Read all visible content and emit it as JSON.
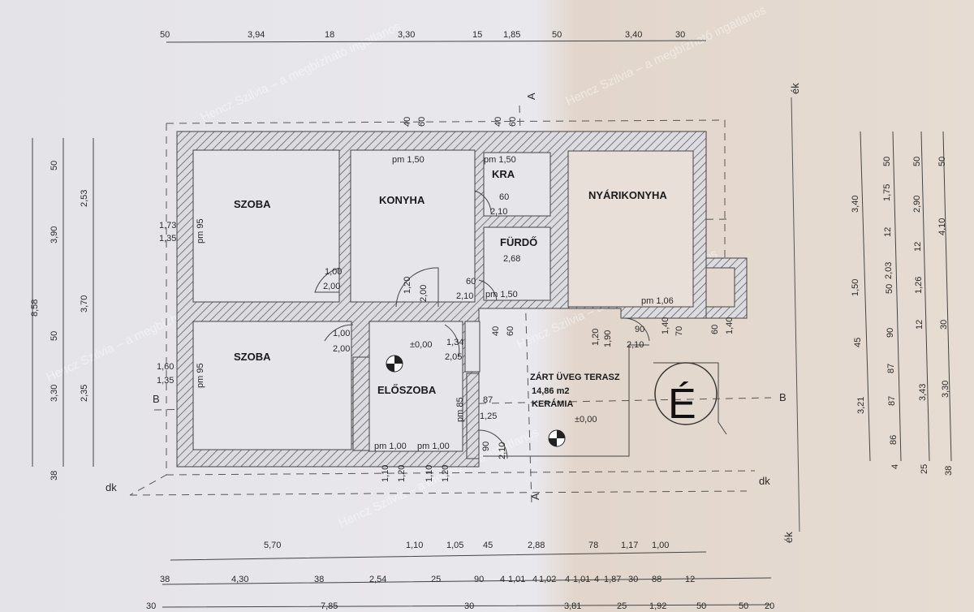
{
  "watermark": "Hencz Szilvia – a megbízható ingatlanos",
  "rooms": {
    "szoba1": "SZOBA",
    "szoba2": "SZOBA",
    "konyha": "KONYHA",
    "kra": "KRA",
    "furdo": "FÜRDŐ",
    "nyarikonyha": "NYÁRIKONYHA",
    "eloszoba": "ELŐSZOBA",
    "terasz": "ZÁRT ÜVEG TERASZ",
    "terasz_area": "14,86 m2",
    "terasz_floor": "KERÁMIA"
  },
  "compass": "É",
  "section_marks": {
    "a_top": "A",
    "a_bottom": "A",
    "b_left": "B",
    "b_right": "B",
    "ek_top": "ék",
    "ek_bottom": "ék",
    "dk_left": "dk",
    "dk_right": "dk"
  },
  "levels": {
    "eloszoba": "±0,00",
    "terasz": "±0,00"
  },
  "top_dims": [
    "50",
    "3,94",
    "18",
    "3,30",
    "15",
    "1,85",
    "50",
    "3,40",
    "30"
  ],
  "left_dims": {
    "total": "8,58",
    "col2": [
      "50",
      "3,90",
      "50",
      "3,30",
      "38"
    ],
    "col3": [
      "2,53",
      "3,70",
      "2,35"
    ]
  },
  "right_dims": {
    "col1": [
      "3,40",
      "1,50",
      "45",
      "3,21"
    ],
    "col2": [
      "50",
      "1,75",
      "12",
      "2,03",
      "50",
      "90",
      "87",
      "87",
      "86",
      "4"
    ],
    "col3": [
      "50",
      "2,90",
      "12",
      "1,26",
      "12",
      "3,43",
      "25"
    ],
    "col4": [
      "50",
      "4,10",
      "30",
      "3,30",
      "38"
    ]
  },
  "bottom_dims": {
    "row1": [
      "5,70",
      "1,10",
      "1,05",
      "45",
      "2,88",
      "78",
      "1,17",
      "1,00"
    ],
    "row2": [
      "38",
      "4,30",
      "38",
      "2,54",
      "25",
      "90",
      "4",
      "1,01",
      "4",
      "1,02",
      "4",
      "1,01",
      "4",
      "1,87",
      "30",
      "88",
      "12"
    ],
    "row3": [
      "30",
      "7,85",
      "30",
      "3,81",
      "25",
      "1,92",
      "50",
      "50",
      "20"
    ]
  },
  "openings": {
    "konyha_win": "pm 1,50",
    "kra_win": "pm 1,50",
    "kra_door_w": "60",
    "kra_door_h": "2,10",
    "furdo_dim": "2,68",
    "furdo_door_w": "60",
    "furdo_door_h": "2,10",
    "furdo_win": "pm 1,50",
    "szoba1_door_w": "1,00",
    "szoba1_door_h": "2,00",
    "szoba2_door_w": "1,00",
    "szoba2_door_h": "2,00",
    "konyha_door_w": "1,20",
    "konyha_door_h": "2,00",
    "terasz_door_w": "1,34",
    "terasz_door_h": "2,05",
    "szoba1_win_w": "1,73",
    "szoba1_win_h": "1,35",
    "szoba1_win_pm": "pm 95",
    "szoba2_win_w": "1,60",
    "szoba2_win_h": "1,35",
    "szoba2_win_pm": "pm 95",
    "elo_win_pm": "pm 85",
    "elo_win_w": "87",
    "elo_win_h": "1,25",
    "elo_bottom_pm1": "pm 1,00",
    "elo_bottom_pm2": "pm 1,00",
    "elo_b1": "1,10",
    "elo_b2": "1,20",
    "elo_b3": "1,10",
    "elo_b4": "1,20",
    "entry_w": "90",
    "entry_h": "2,10",
    "vent_top1": [
      "40",
      "60"
    ],
    "vent_top2": [
      "40",
      "60"
    ],
    "vent_mid": [
      "40",
      "60"
    ],
    "nyari_win": "pm 1,06",
    "nyari_door_w": "90",
    "nyari_door_h": "2,10",
    "nyari_a": "1,20",
    "nyari_b": "1,90",
    "nyari_c": "1,40",
    "nyari_d": "70",
    "nyari_e": "60",
    "nyari_f": "1,40"
  }
}
